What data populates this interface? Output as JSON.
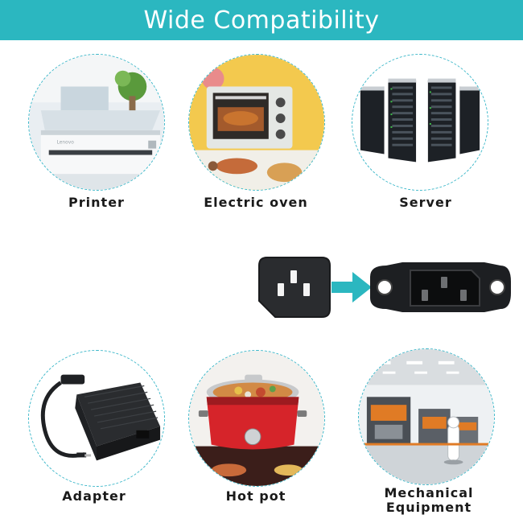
{
  "header": {
    "title": "Wide Compatibility"
  },
  "items": [
    {
      "label": "Printer",
      "icon": "printer-image"
    },
    {
      "label": "Electric oven",
      "icon": "electric-oven-image"
    },
    {
      "label": "Server",
      "icon": "server-image"
    },
    {
      "label": "Adapter",
      "icon": "adapter-image"
    },
    {
      "label": "Hot pot",
      "icon": "hot-pot-image"
    },
    {
      "label": "Mechanical\nEquipment",
      "icon": "mechanical-equipment-image"
    }
  ],
  "connector": {
    "plug_icon": "c13-plug-image",
    "arrow_icon": "arrow-right-icon",
    "socket_icon": "c14-socket-image"
  },
  "colors": {
    "accent": "#2bb7c0",
    "dashed_border": "#38b6c8",
    "arrow": "#2bb7c0"
  }
}
